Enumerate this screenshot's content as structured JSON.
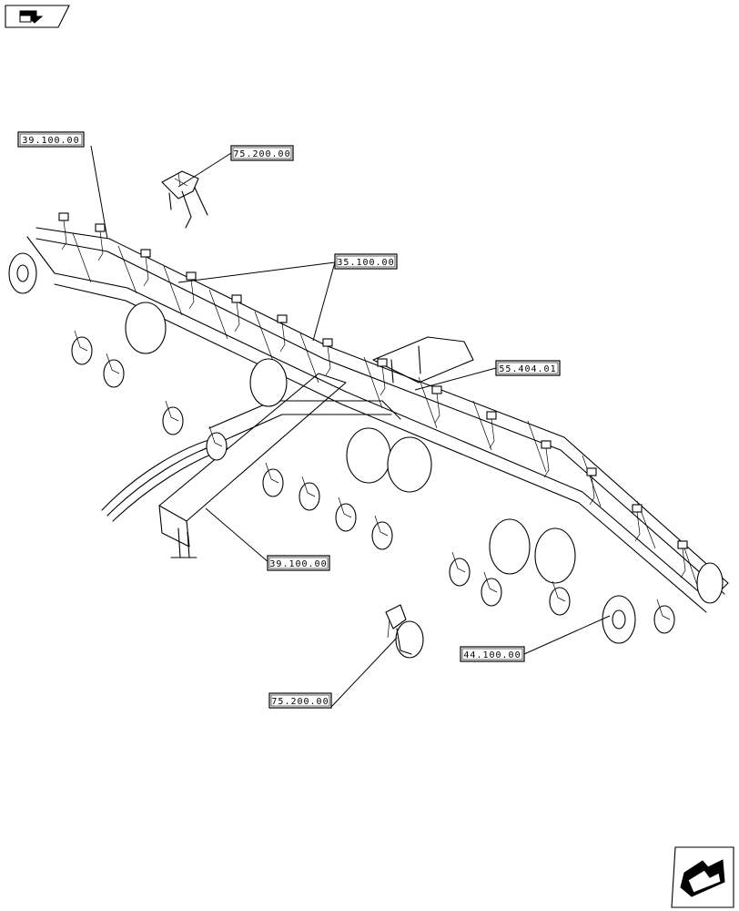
{
  "callouts": [
    {
      "id": "c1",
      "label": "39.100.00"
    },
    {
      "id": "c2",
      "label": "75.200.00"
    },
    {
      "id": "c3",
      "label": "35.100.00"
    },
    {
      "id": "c4",
      "label": "55.404.01"
    },
    {
      "id": "c5",
      "label": "39.100.00"
    },
    {
      "id": "c6",
      "label": "44.100.00"
    },
    {
      "id": "c7",
      "label": "75.200.00"
    }
  ],
  "icons": {
    "top_left": "previous-page-icon",
    "bottom_right": "next-page-icon"
  }
}
